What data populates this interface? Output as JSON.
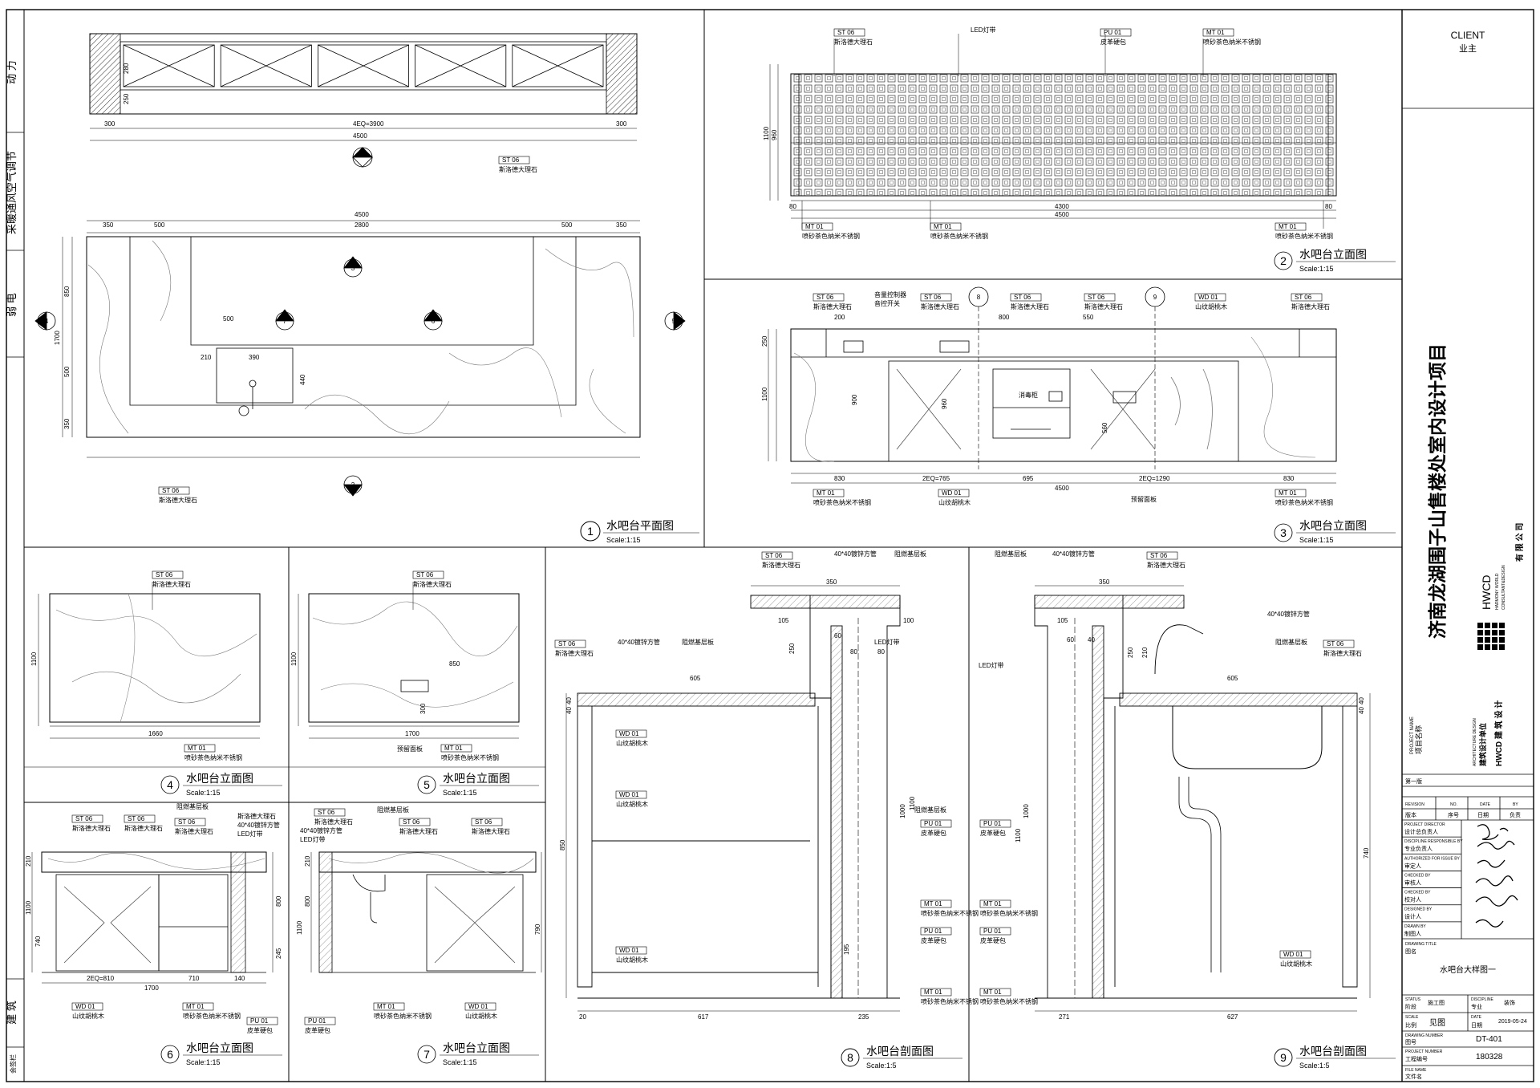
{
  "discipline_strip": [
    "动 力",
    "采暖通风空气调节",
    "弱 电",
    "建 筑"
  ],
  "strip_bottom_label": "会签栏",
  "client": {
    "en": "CLIENT",
    "cn": "业主"
  },
  "project_title": "济南龙湖围子山售楼处室内设计项目",
  "project_name_label": {
    "en": "PROJECT NAME",
    "cn": "项目名称"
  },
  "firm": {
    "logo": "HWCD",
    "en1": "HARMONY WORLD",
    "en2": "CONSULTANT&DESIGN",
    "cn": "有 限 公 司"
  },
  "arch_design": {
    "en": "ARCHITECTURE DESIGN",
    "cn": "建筑设计单位",
    "cn2": "HWCD 建 筑 设 计"
  },
  "revision": {
    "first": "第一版",
    "revision": "REVISION",
    "no": "NO.",
    "date": "DATE",
    "by": "BY",
    "cn_rev": "版本",
    "cn_no": "序号",
    "cn_date": "日期",
    "cn_by": "负责"
  },
  "roles": [
    {
      "en": "PROJECT DIRECTOR",
      "cn": "设计总负责人"
    },
    {
      "en": "DISCIPLINE RESPONSIBLE BY",
      "cn": "专业负责人"
    },
    {
      "en": "AUTHORIZED FOR ISSUE BY",
      "cn": "审定人"
    },
    {
      "en": "CHECKED BY",
      "cn": "审核人"
    },
    {
      "en": "CHECKED BY",
      "cn": "校对人"
    },
    {
      "en": "DESIGNED BY",
      "cn": "设计人"
    },
    {
      "en": "DRAWN BY",
      "cn": "制图人"
    }
  ],
  "drawing_title": {
    "en": "DRAWING TITLE",
    "cn": "图名",
    "value": "水吧台大样图一"
  },
  "status": {
    "en": "STATUS",
    "cn": "阶段",
    "value": "施工图",
    "disc_en": "DISCIPLINE",
    "disc_cn": "专业",
    "disc_value": "装饰"
  },
  "scale": {
    "en": "SCALE",
    "cn": "比例",
    "value": "见图",
    "date_en": "DATE",
    "date_cn": "日期",
    "date_value": "2019-05-24"
  },
  "drawing_number": {
    "en": "DRAWING NUMBER",
    "cn": "图号",
    "value": "DT-401"
  },
  "project_number": {
    "en": "PROJECT NUMBER",
    "cn": "工程编号",
    "value": "180328"
  },
  "file_name": {
    "en": "FILE NAME",
    "cn": "文件名"
  },
  "panels": [
    {
      "num": "1",
      "title": "水吧台平面图",
      "scale": "Scale:1:15"
    },
    {
      "num": "2",
      "title": "水吧台立面图",
      "scale": "Scale:1:15"
    },
    {
      "num": "3",
      "title": "水吧台立面图",
      "scale": "Scale:1:15"
    },
    {
      "num": "4",
      "title": "水吧台立面图",
      "scale": "Scale:1:15"
    },
    {
      "num": "5",
      "title": "水吧台立面图",
      "scale": "Scale:1:15"
    },
    {
      "num": "6",
      "title": "水吧台立面图",
      "scale": "Scale:1:15"
    },
    {
      "num": "7",
      "title": "水吧台立面图",
      "scale": "Scale:1:15"
    },
    {
      "num": "8",
      "title": "水吧台剖面图",
      "scale": "Scale:1:5"
    },
    {
      "num": "9",
      "title": "水吧台剖面图",
      "scale": "Scale:1:5"
    }
  ],
  "materials": {
    "st06": {
      "code": "ST 06",
      "name": "斯洛德大理石"
    },
    "mt01": {
      "code": "MT 01",
      "name": "喷砂茶色纳米不锈钢"
    },
    "wd01": {
      "code": "WD 01",
      "name": "山纹胡桃木"
    },
    "pu01": {
      "code": "PU 01",
      "name": "皮革硬包"
    }
  },
  "notes": {
    "led": "LED灯带",
    "tube": "40*40镀锌方管",
    "board": "阻燃基层板",
    "panel": "预留面板",
    "cabinet": "消毒柜",
    "sw1": "音量控制器",
    "sw2": "音控开关",
    "led2": "LED灯带"
  },
  "dims": {
    "p1_top": [
      "300",
      "4EQ=3900",
      "300",
      "4500"
    ],
    "p1_side": [
      "280",
      "250"
    ],
    "p1_bot": [
      "350",
      "500",
      "2800",
      "500",
      "350",
      "4500"
    ],
    "p1_left": [
      "850",
      "1700",
      "500",
      "350"
    ],
    "p1_in": [
      "500",
      "210",
      "390",
      "440"
    ],
    "p2_bot": [
      "80",
      "4300",
      "80",
      "4500"
    ],
    "p2_left": [
      "1100",
      "960"
    ],
    "p3_top": [
      "200",
      "800",
      "550"
    ],
    "p3_bot": [
      "830",
      "2EQ=765",
      "695",
      "2EQ=1290",
      "830",
      "4500"
    ],
    "p3_left": [
      "250",
      "1100",
      "900"
    ],
    "p3_in": [
      "960",
      "560"
    ],
    "p4": [
      "1100",
      "1660"
    ],
    "p5": [
      "1100",
      "850",
      "300",
      "1700"
    ],
    "p6_bot": [
      "2EQ=810",
      "710",
      "140",
      "1700"
    ],
    "p6_left": [
      "210",
      "1100",
      "740"
    ],
    "p6_right": [
      "800",
      "245"
    ],
    "p7_left": [
      "210",
      "800",
      "1100"
    ],
    "p7_right": [
      "790"
    ],
    "p8": [
      "350",
      "105",
      "100",
      "250",
      "605",
      "40",
      "40",
      "80",
      "80",
      "60",
      "850",
      "1100",
      "1000",
      "195",
      "617",
      "235",
      "20"
    ],
    "p9": [
      "350",
      "105",
      "60",
      "40",
      "250",
      "210",
      "605",
      "40",
      "40",
      "1000",
      "740",
      "1100",
      "271",
      "627"
    ]
  }
}
